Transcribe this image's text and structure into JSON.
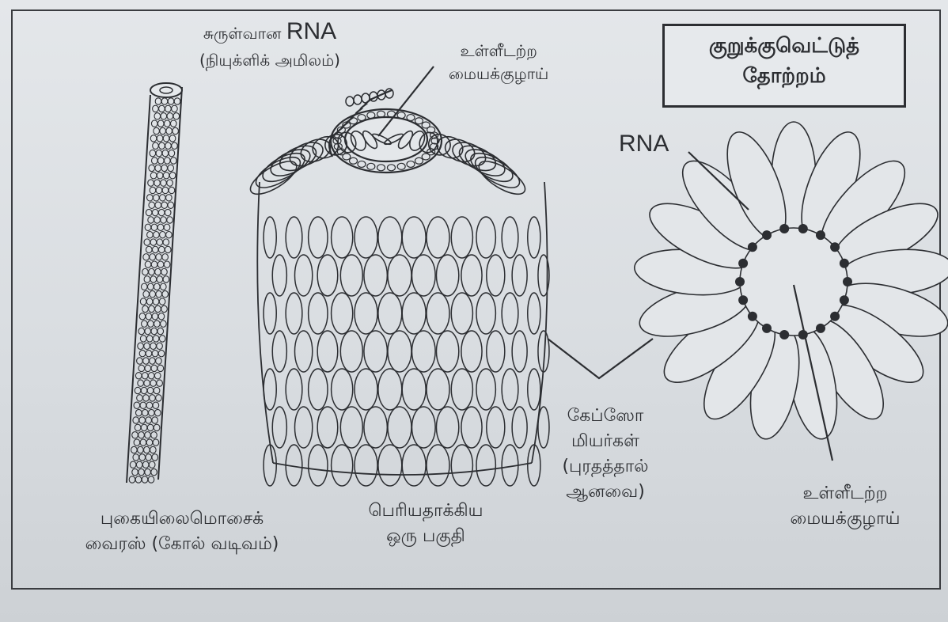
{
  "labels": {
    "spiral_rna_line1": "சுருள்வான",
    "spiral_rna_rna": "RNA",
    "spiral_rna_line2": "(நியுக்ளிக் அமிலம்)",
    "hollow_core_top_line1": "உள்ளீடற்ற",
    "hollow_core_top_line2": "மையக்குழாய்",
    "cross_section_line1": "குறுக்குவெட்டுத்",
    "cross_section_line2": "தோற்றம்",
    "rna_right": "RNA",
    "virus_line1": "புகையிலைமொசைக்",
    "virus_line2": "வைரஸ் (கோல் வடிவம்)",
    "enlarged_line1": "பெரியதாக்கிய",
    "enlarged_line2": "ஒரு பகுதி",
    "capsomere_line1": "கேப்ஸோ",
    "capsomere_line2": "மியர்கள்",
    "capsomere_line3": "(புரதத்தால்",
    "capsomere_line4": "ஆனவை)",
    "hollow_core_bottom_line1": "உள்ளீடற்ற",
    "hollow_core_bottom_line2": "மையக்குழாய்"
  },
  "colors": {
    "ink": "#2c2e32",
    "paper": "#dfe2e5"
  }
}
